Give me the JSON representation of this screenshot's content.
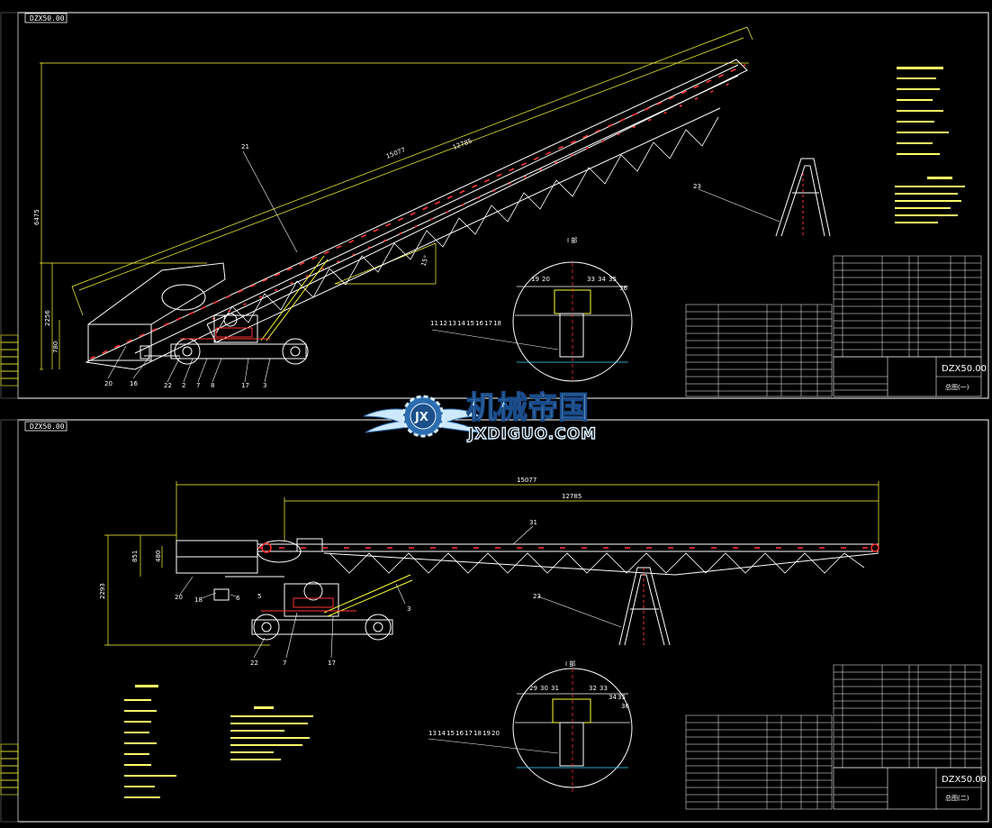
{
  "sheet_top": {
    "tag": "DZX50.00",
    "dims": {
      "overall_length": "15077",
      "inner_length": "12785",
      "height": "6475",
      "base_height": "2256",
      "base_small": "780"
    },
    "angle_mark": "15°",
    "part_labels": [
      "21",
      "23",
      "20",
      "16",
      "22",
      "2",
      "7",
      "8",
      "17",
      "3"
    ],
    "detail_title": "I 部",
    "detail_labels": [
      "11",
      "12",
      "13",
      "14",
      "15",
      "16",
      "17",
      "18",
      "19",
      "20",
      "33",
      "34",
      "35",
      "36"
    ],
    "titleblock": {
      "code": "DZX50.00",
      "name": "总图(一)"
    }
  },
  "sheet_bottom": {
    "tag": "DZX50.00",
    "dims": {
      "overall_length": "15077",
      "inner_length": "12785",
      "height": "2293",
      "head_height": "851",
      "head_small": "480"
    },
    "part_labels": [
      "31",
      "23",
      "20",
      "18",
      "6",
      "5",
      "22",
      "7",
      "17",
      "3"
    ],
    "detail_title": "I 部",
    "detail_labels": [
      "13",
      "14",
      "15",
      "16",
      "17",
      "18",
      "19",
      "20",
      "29",
      "30",
      "31",
      "32",
      "33",
      "34",
      "35",
      "36"
    ],
    "titleblock": {
      "code": "DZX50.00",
      "name": "总图(二)"
    }
  },
  "watermark": {
    "cn": "机械帝国",
    "en": "JXDIGUO.COM",
    "badge": "JX"
  },
  "colors": {
    "frame": "#ffffff",
    "structure": "#ffffff",
    "belt": "#ff3333",
    "dimension": "#ffff33",
    "leader": "#ffffff",
    "background": "#000000"
  }
}
